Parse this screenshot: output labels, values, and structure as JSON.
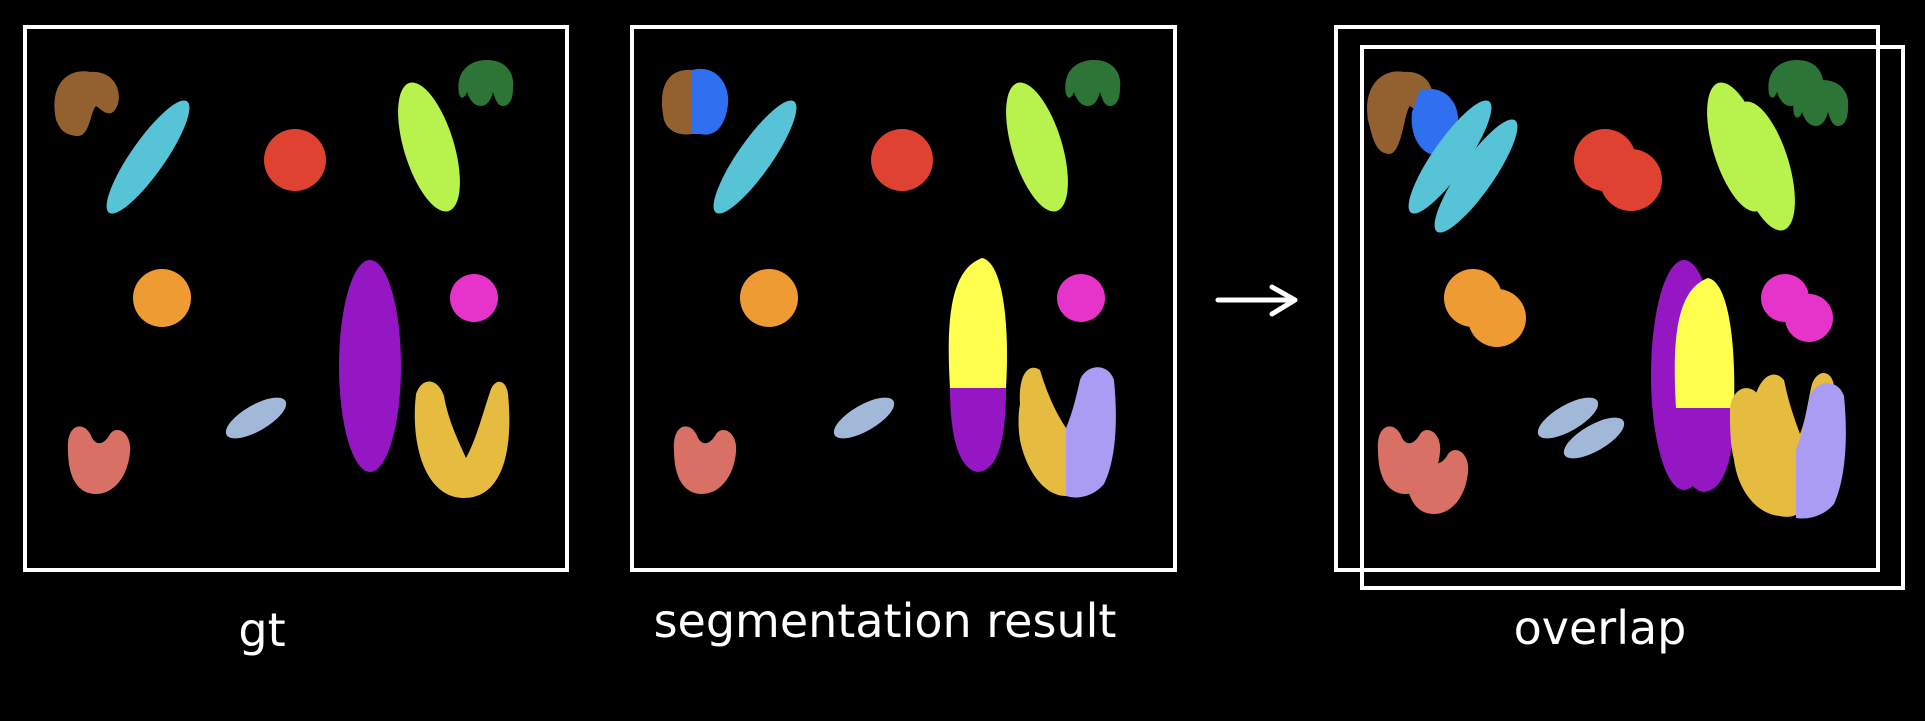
{
  "panels": [
    {
      "id": "gt",
      "caption": "gt"
    },
    {
      "id": "segmentation",
      "caption": "segmentation result"
    },
    {
      "id": "overlap",
      "caption": "overlap"
    }
  ],
  "arrow": {
    "icon": "right-arrow-icon"
  },
  "colors": {
    "background": "#000000",
    "frame": "#ffffff",
    "brown": "#93602f",
    "blue": "#2f6ff0",
    "cyan": "#57c3d6",
    "red": "#df4230",
    "lime": "#b8f24c",
    "dark_green": "#2c7537",
    "orange": "#ee9b33",
    "magenta": "#e634cb",
    "purple": "#9517c4",
    "yellow": "#ffff4d",
    "gold": "#e6bc40",
    "lavender": "#a99cf2",
    "salmon": "#d87065",
    "light_blue": "#a1b8d8"
  }
}
